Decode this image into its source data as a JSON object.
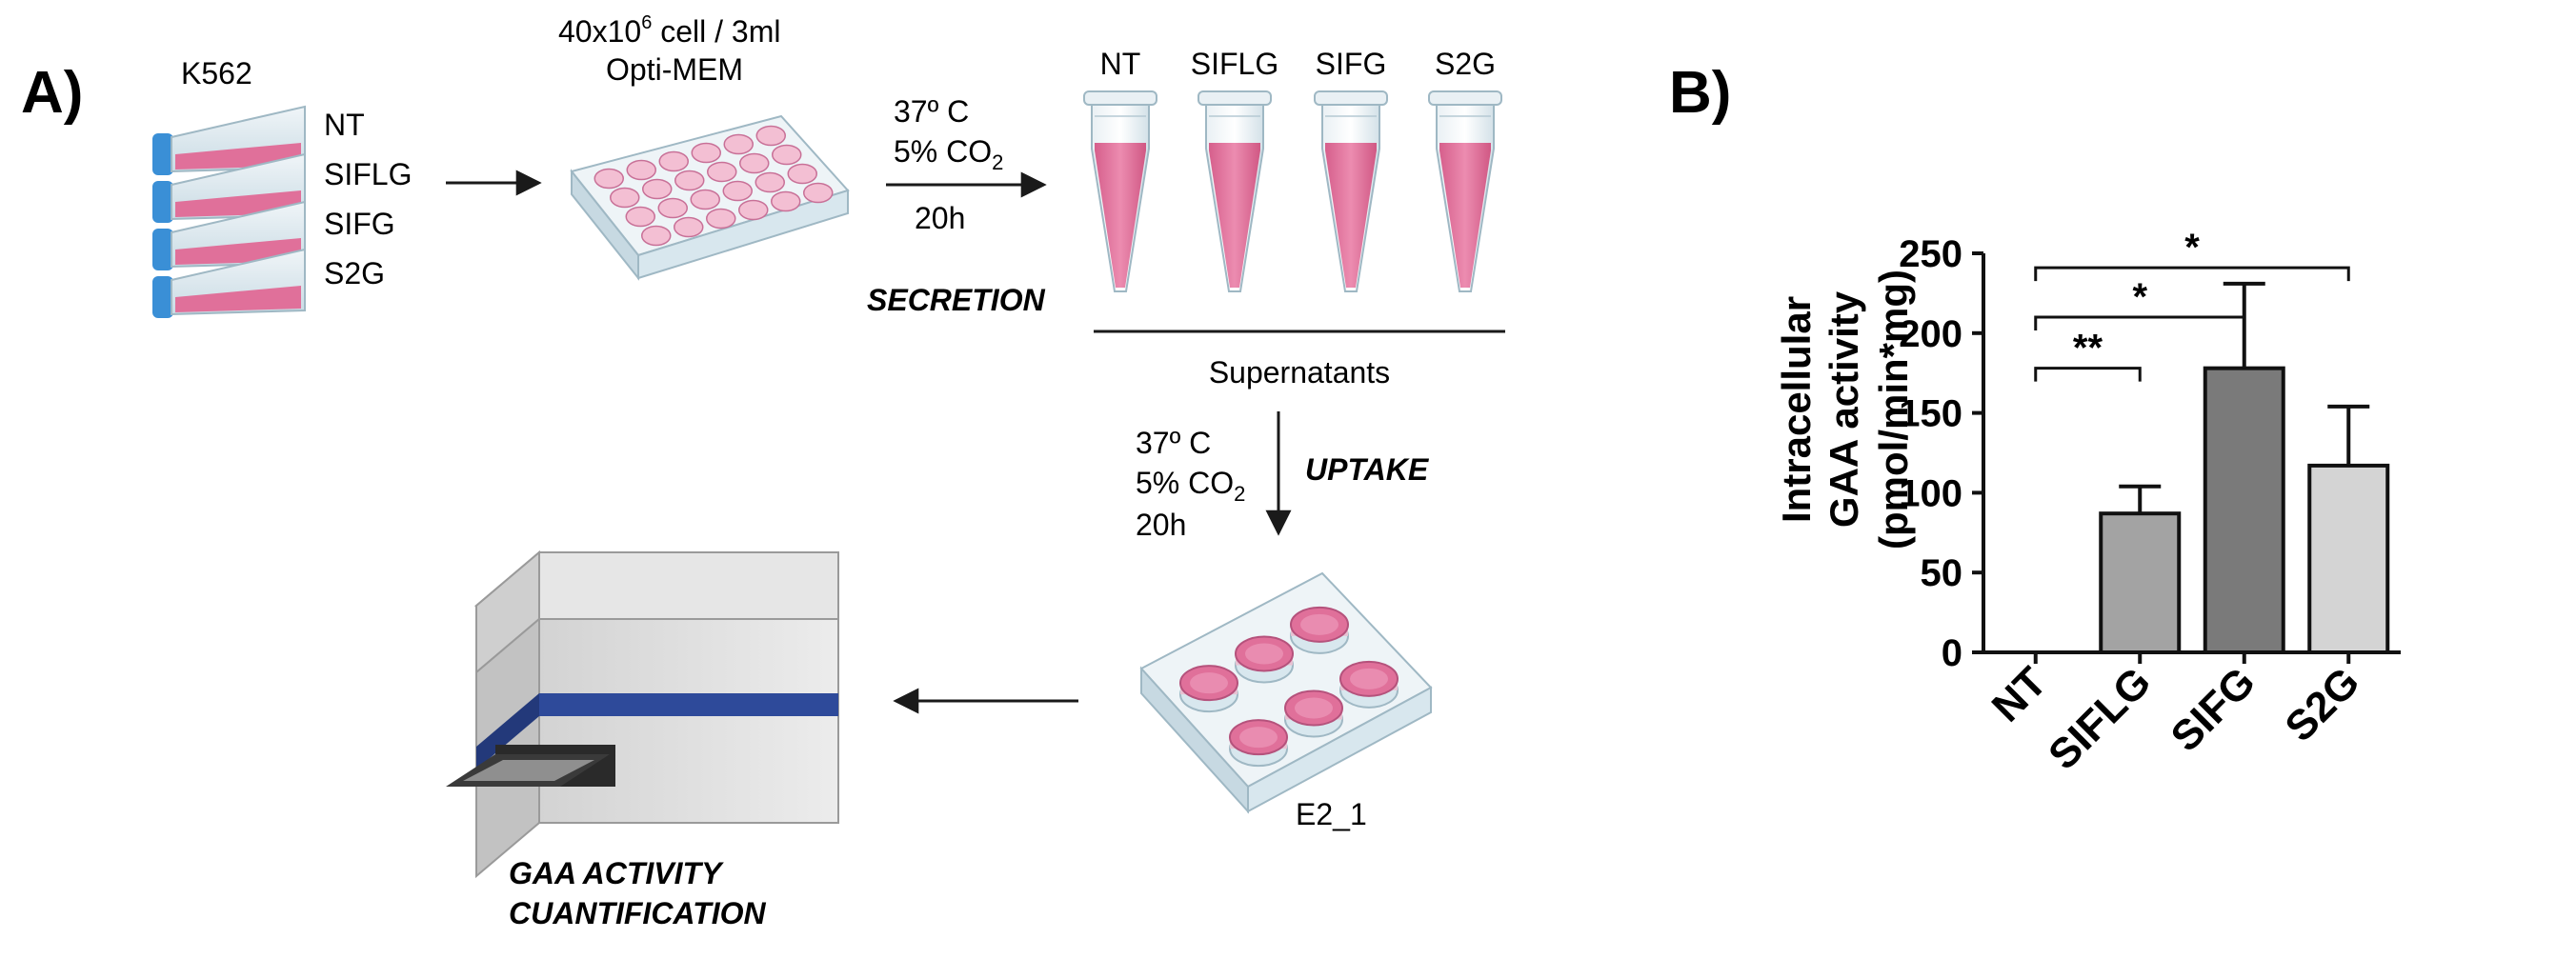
{
  "panel_a": {
    "label": "A)",
    "cell_line": "K562",
    "constructs": [
      "NT",
      "SIFLG",
      "SIFG",
      "S2G"
    ],
    "seeding": {
      "line1_prefix": "40x10",
      "line1_sup": "6",
      "line1_suffix": " cell / 3ml",
      "line2": "Opti-MEM"
    },
    "secretion_conditions": {
      "temp": "37º C",
      "co2_prefix": "5% CO",
      "co2_sub": "2",
      "time": "20h"
    },
    "secretion_label": "SECRETION",
    "tube_labels": [
      "NT",
      "SIFLG",
      "SIFG",
      "S2G"
    ],
    "supernatants_label": "Supernatants",
    "uptake_conditions": {
      "temp": "37º C",
      "co2_prefix": "5% CO",
      "co2_sub": "2",
      "time": "20h"
    },
    "uptake_label": "UPTAKE",
    "plate_label": "E2_1",
    "quant_label_line1": "GAA ACTIVITY",
    "quant_label_line2": "CUANTIFICATION",
    "colors": {
      "media_pink": "#e0709a",
      "cap_blue": "#3a8fd6",
      "plastic": "#d8e7ee",
      "reader_band": "#2e4a9a"
    }
  },
  "panel_b": {
    "label": "B)"
  },
  "chart_data": {
    "type": "bar",
    "categories": [
      "NT",
      "SIFLG",
      "SIFG",
      "S2G"
    ],
    "values": [
      0,
      87,
      178,
      117
    ],
    "errors": [
      0,
      17,
      53,
      37
    ],
    "bar_colors": [
      "#ffffff",
      "#a3a3a3",
      "#7a7a7a",
      "#d4d4d4"
    ],
    "ylabel_line1": "Intracellular",
    "ylabel_line2": "GAA activity",
    "ylabel_line3": "(pmol/min*mg)",
    "ylim": [
      0,
      250
    ],
    "yticks": [
      0,
      50,
      100,
      150,
      200,
      250
    ],
    "grid": false,
    "significance": [
      {
        "from": 0,
        "to": 1,
        "label": "**"
      },
      {
        "from": 0,
        "to": 2,
        "label": "*"
      },
      {
        "from": 0,
        "to": 3,
        "label": "*"
      }
    ]
  }
}
